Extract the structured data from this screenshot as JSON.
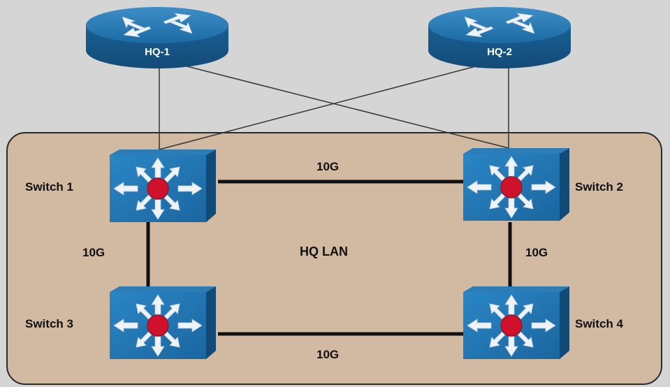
{
  "routers": [
    {
      "id": "hq1",
      "label": "HQ-1"
    },
    {
      "id": "hq2",
      "label": "HQ-2"
    }
  ],
  "switches": [
    {
      "id": "sw1",
      "label": "Switch 1"
    },
    {
      "id": "sw2",
      "label": "Switch 2"
    },
    {
      "id": "sw3",
      "label": "Switch 3"
    },
    {
      "id": "sw4",
      "label": "Switch 4"
    }
  ],
  "lan": {
    "label": "HQ LAN"
  },
  "links": {
    "sw1_sw2": "10G",
    "sw1_sw3": "10G",
    "sw2_sw4": "10G",
    "sw3_sw4": "10G"
  },
  "colors": {
    "background": "#d5d5d5",
    "lan_fill": "#d2b9a1",
    "device_blue": "#1f6fa8",
    "switch_center": "#d0112b"
  }
}
